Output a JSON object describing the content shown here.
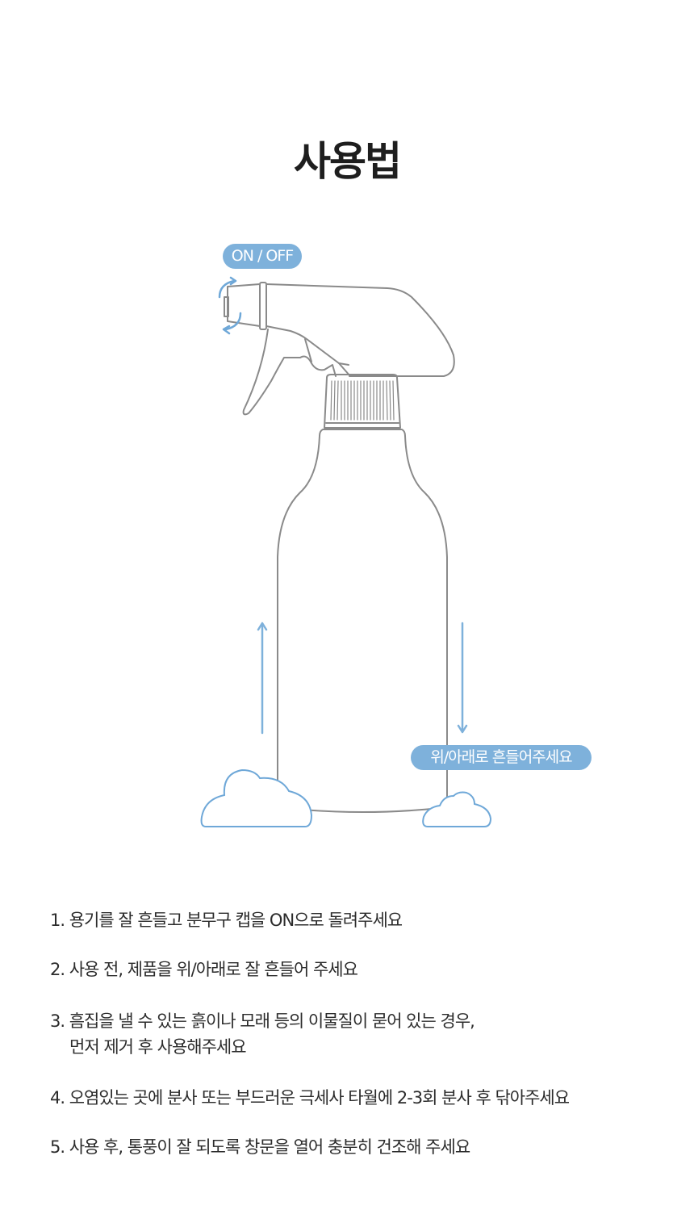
{
  "page": {
    "title": "사용법"
  },
  "illustration": {
    "subject": "spray-bottle",
    "labels": {
      "on_off": "ON / OFF",
      "shake": "위/아래로 흔들어주세요"
    },
    "colors": {
      "accent": "#7eb1db",
      "outline": "#8a8a8a",
      "label_text": "#ffffff"
    },
    "icons": [
      "rotate-arrows-icon",
      "up-arrow-icon",
      "down-arrow-icon",
      "cloud-icon"
    ]
  },
  "instructions": {
    "steps": [
      {
        "number": "1.",
        "text": "1. 용기를 잘 흔들고 분무구 캡을 ON으로 돌려주세요"
      },
      {
        "number": "2.",
        "text": "2. 사용 전, 제품을 위/아래로 잘 흔들어 주세요"
      },
      {
        "number": "3.",
        "text": "3. 흠집을 낼 수 있는 흙이나 모래 등의 이물질이 묻어 있는 경우,",
        "continuation": "먼저 제거 후 사용해주세요"
      },
      {
        "number": "4.",
        "text": "4. 오염있는 곳에 분사 또는 부드러운 극세사 타월에 2-3회 분사 후 닦아주세요"
      },
      {
        "number": "5.",
        "text": "5. 사용 후, 통풍이 잘 되도록 창문을 열어 충분히 건조해 주세요"
      }
    ]
  }
}
